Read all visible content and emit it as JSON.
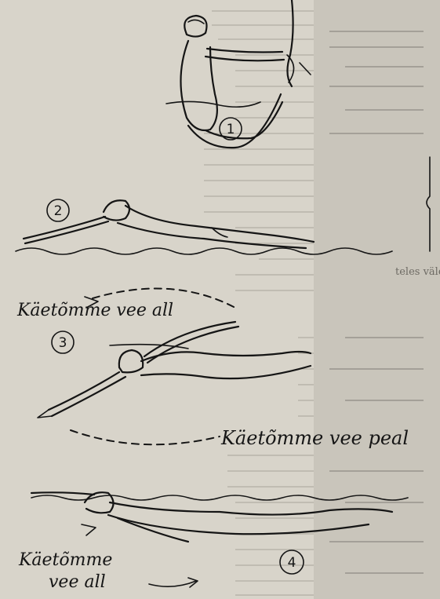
{
  "bleed_text": "teles väld",
  "captions": {
    "under_1": "Käetõmme vee all",
    "above_1": "Käetõmme vee peal",
    "under_2_line1": "Käetõmme",
    "under_2_line2": "vee all"
  },
  "figure_numbers": [
    "1",
    "2",
    "3",
    "4"
  ]
}
